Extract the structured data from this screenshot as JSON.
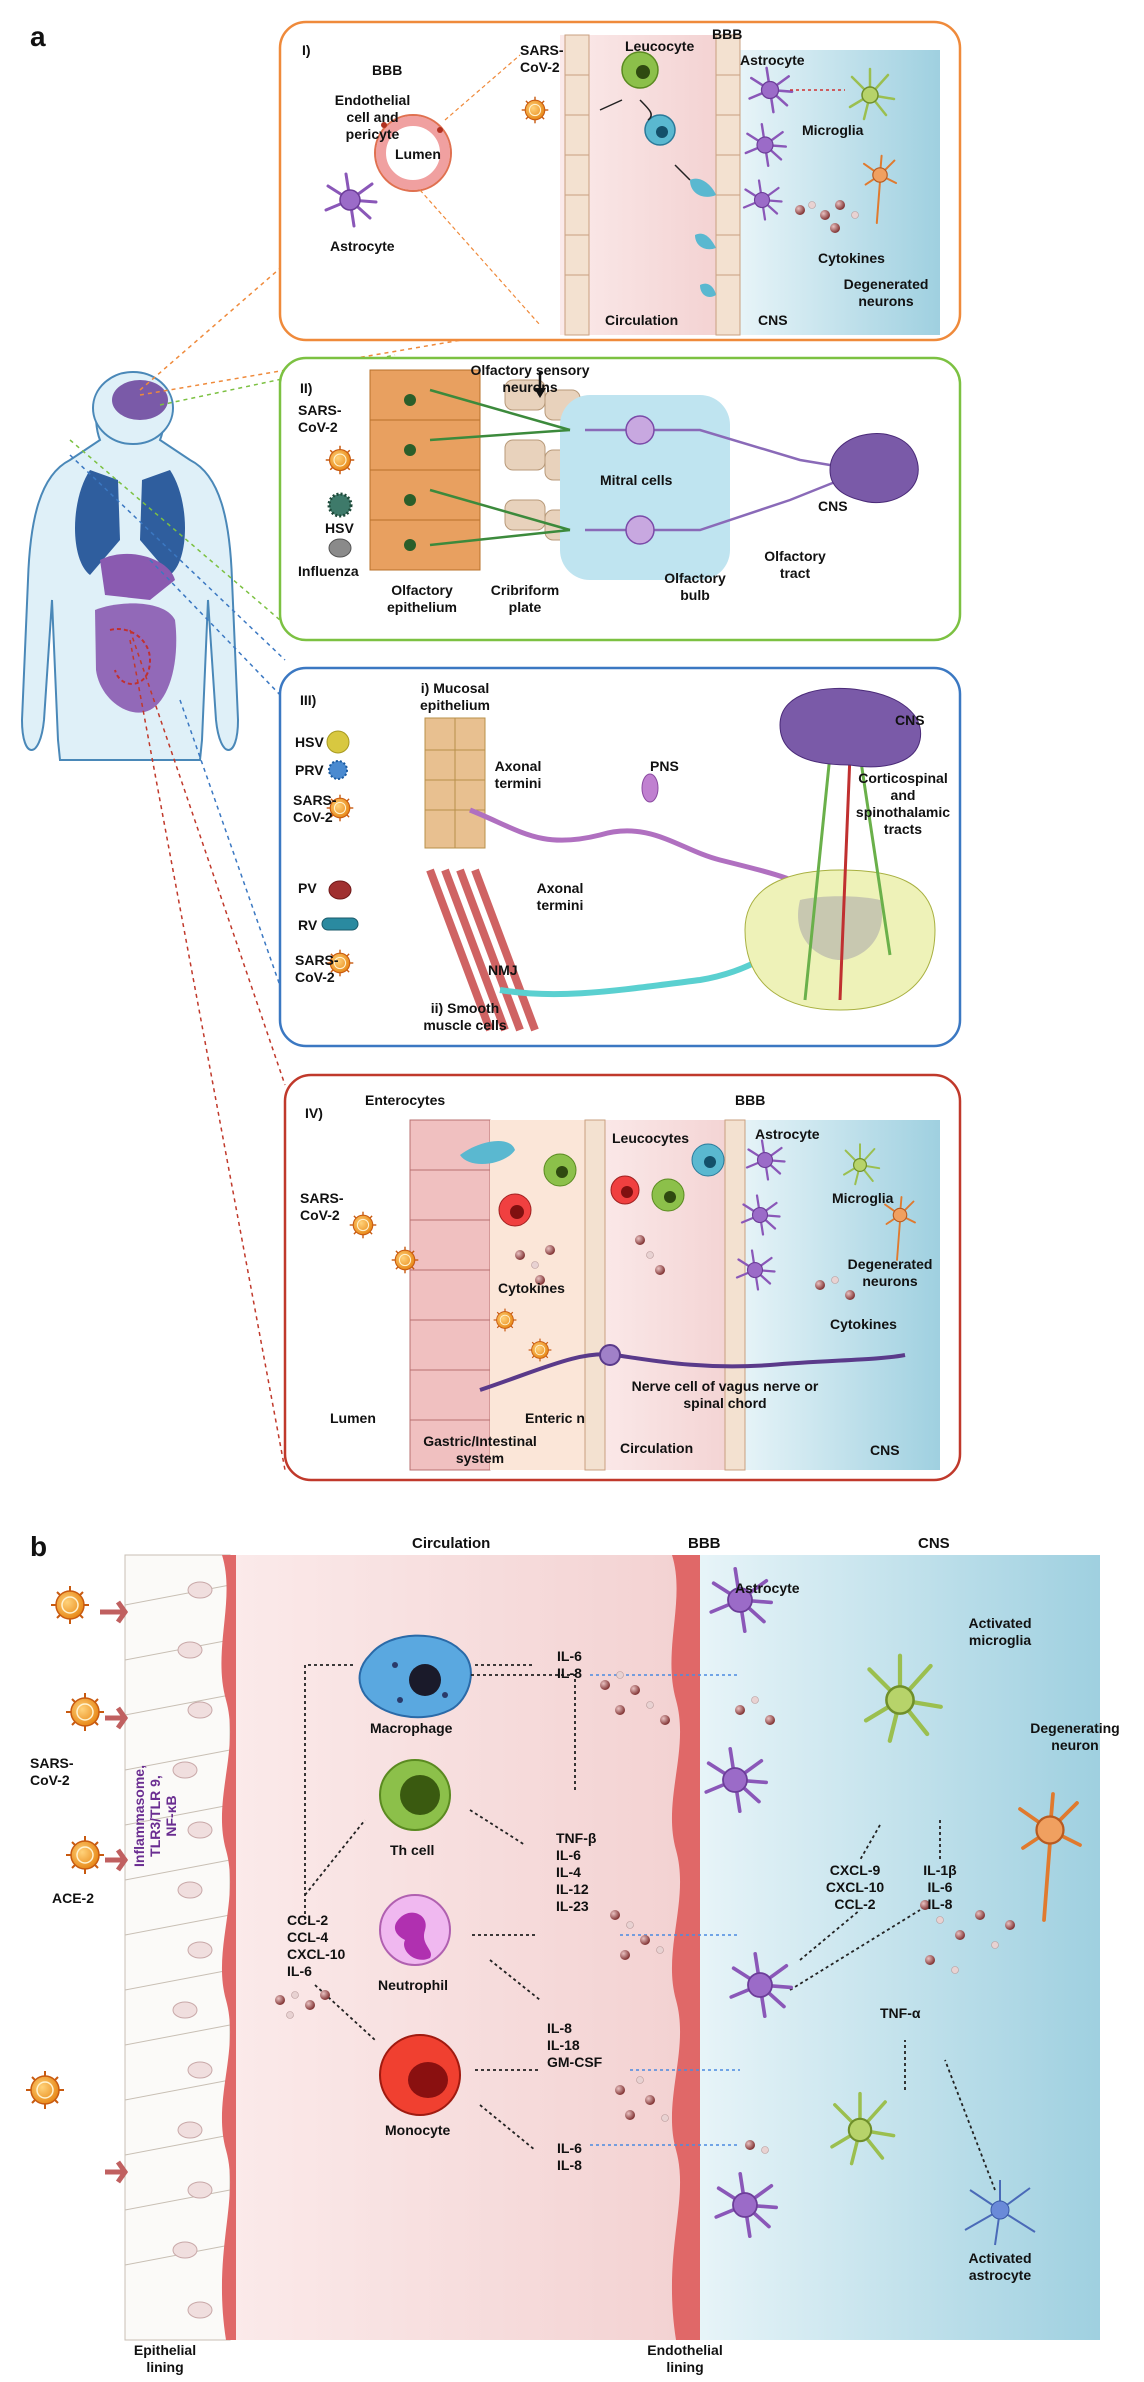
{
  "panel_a": {
    "letter": "a",
    "box1": {
      "roman": "I)",
      "bbb_left": "BBB",
      "endothelial": [
        "Endothelial",
        "cell and",
        "pericyte"
      ],
      "lumen": "Lumen",
      "astrocyte_left": "Astrocyte",
      "sars": [
        "SARS-",
        "CoV-2"
      ],
      "leucocyte": "Leucocyte",
      "bbb_top": "BBB",
      "astrocyte_right": "Astrocyte",
      "microglia": "Microglia",
      "cytokines": "Cytokines",
      "degenerated": [
        "Degenerated",
        "neurons"
      ],
      "circulation": "Circulation",
      "cns": "CNS"
    },
    "box2": {
      "roman": "II)",
      "osn": [
        "Olfactory sensory",
        "neurons"
      ],
      "sars": [
        "SARS-",
        "CoV-2"
      ],
      "hsv": "HSV",
      "influenza": "Influenza",
      "mitral": "Mitral cells",
      "cns": "CNS",
      "olf_epi": [
        "Olfactory",
        "epithelium"
      ],
      "cribriform": [
        "Cribriform",
        "plate"
      ],
      "olf_bulb": [
        "Olfactory",
        "bulb"
      ],
      "olf_tract": [
        "Olfactory",
        "tract"
      ]
    },
    "box3": {
      "roman": "III)",
      "mucosal": [
        "i) Mucosal",
        "epithelium"
      ],
      "hsv": "HSV",
      "prv": "PRV",
      "sars1": [
        "SARS-",
        "CoV-2"
      ],
      "axonal1": [
        "Axonal",
        "termini"
      ],
      "pns": "PNS",
      "cns": "CNS",
      "tracts": [
        "Corticospinal",
        "and",
        "spinothalamic",
        "tracts"
      ],
      "pv": "PV",
      "rv": "RV",
      "axonal2": [
        "Axonal",
        "termini"
      ],
      "nmj": "NMJ",
      "sars2": [
        "SARS-",
        "CoV-2"
      ],
      "smooth": [
        "ii) Smooth",
        "muscle cells"
      ]
    },
    "box4": {
      "roman": "IV)",
      "enterocytes": "Enterocytes",
      "bbb": "BBB",
      "leucocytes": "Leucocytes",
      "astrocyte": "Astrocyte",
      "microglia": "Microglia",
      "sars": [
        "SARS-",
        "CoV-2"
      ],
      "cytokines_left": "Cytokines",
      "degenerated": [
        "Degenerated",
        "neurons"
      ],
      "cytokines_right": "Cytokines",
      "nerve": [
        "Nerve cell of vagus nerve or",
        "spinal chord"
      ],
      "lumen": "Lumen",
      "enteric": "Enteric n",
      "gastric": [
        "Gastric/Intestinal",
        "system"
      ],
      "circulation": "Circulation",
      "cns": "CNS"
    }
  },
  "panel_b": {
    "letter": "b",
    "circulation": "Circulation",
    "bbb": "BBB",
    "cns": "CNS",
    "astrocyte": "Astrocyte",
    "activated_microglia": [
      "Activated",
      "microglia"
    ],
    "degenerating_neuron": [
      "Degenerating",
      "neuron"
    ],
    "sars": [
      "SARS-",
      "CoV-2"
    ],
    "ace2": "ACE-2",
    "receptors": [
      "Inflammasome,",
      "TLR3/TLR 9,",
      "NF-κB"
    ],
    "chemokines_left": [
      "CCL-2",
      "CCL-4",
      "CXCL-10",
      "IL-6"
    ],
    "macrophage": "Macrophage",
    "th_cell": "Th cell",
    "neutrophil": "Neutrophil",
    "monocyte": "Monocyte",
    "cyt_macrophage": [
      "IL-6",
      "IL-8"
    ],
    "cyt_th": [
      "TNF-β",
      "IL-6",
      "IL-4",
      "IL-12",
      "IL-23"
    ],
    "cyt_neutrophil": [
      "IL-8",
      "IL-18",
      "GM-CSF"
    ],
    "cyt_monocyte": [
      "IL-6",
      "IL-8"
    ],
    "cns_chemokines": [
      "CXCL-9",
      "CXCL-10",
      "CCL-2"
    ],
    "cns_il": [
      "IL-1β",
      "IL-6",
      "IL-8"
    ],
    "tnfa": "TNF-α",
    "activated_astrocyte": [
      "Activated",
      "astrocyte"
    ],
    "epithelial_lining": [
      "Epithelial",
      "lining"
    ],
    "endothelial_lining": [
      "Endothelial",
      "lining"
    ]
  },
  "colors": {
    "box1": "#ef8a3b",
    "box2": "#7cc142",
    "box3": "#3b78c2",
    "box4": "#c0392b",
    "astrocyte": "#8a57b8",
    "microglia": "#9bbf4f",
    "virus": "#f0a030",
    "cns_bg": "#bfe0ea",
    "circ_bg": "#f7dede"
  }
}
